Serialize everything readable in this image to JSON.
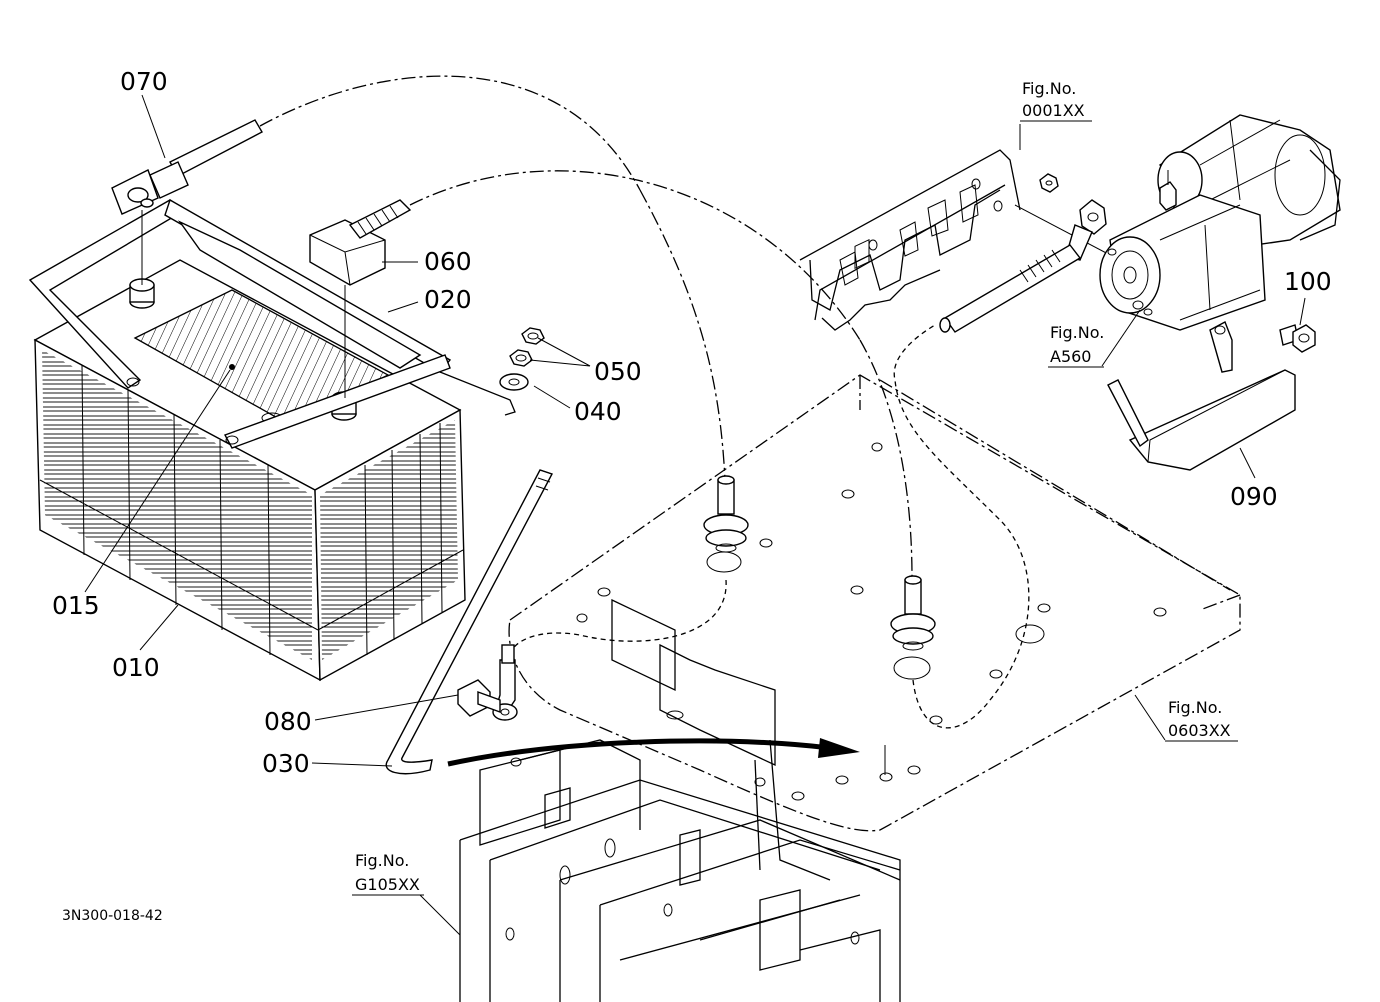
{
  "labels": {
    "p070": "070",
    "p060": "060",
    "p020": "020",
    "p050": "050",
    "p040": "040",
    "p015": "015",
    "p010": "010",
    "p080": "080",
    "p030": "030",
    "p100": "100",
    "p090": "090"
  },
  "figrefs": {
    "fig_0001": {
      "line1": "Fig.No.",
      "line2": "0001XX"
    },
    "fig_a560": {
      "line1": "Fig.No.",
      "line2": "A560"
    },
    "fig_0603": {
      "line1": "Fig.No.",
      "line2": "0603XX"
    },
    "fig_g105": {
      "line1": "Fig.No.",
      "line2": "G105XX"
    }
  },
  "drawing_code": "3N300-018-42"
}
